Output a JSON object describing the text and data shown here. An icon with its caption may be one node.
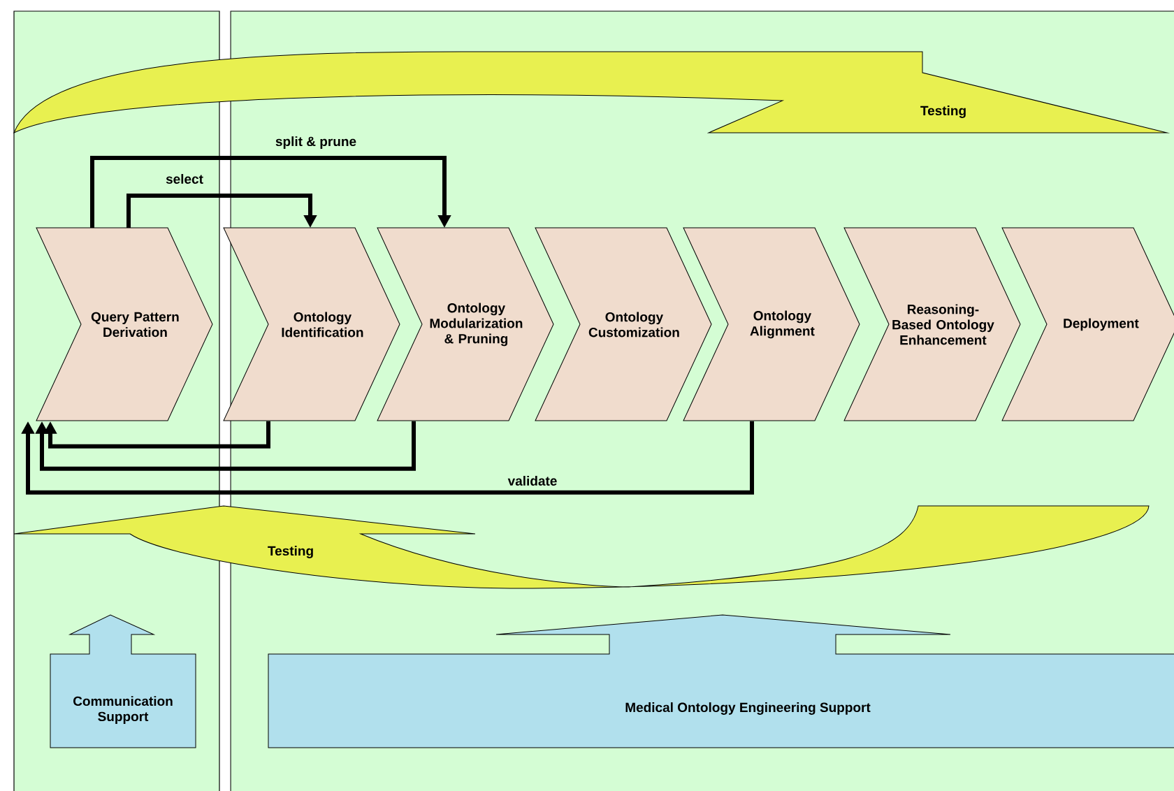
{
  "diagram": {
    "nodes": [
      {
        "text": [
          "Testing"
        ]
      },
      {
        "text": [
          "Query Pattern Derivation"
        ]
      },
      {
        "text": [
          "Ontology Identification"
        ]
      },
      {
        "text": [
          "Ontology Modularization & Pruning"
        ]
      },
      {
        "text": [
          "Ontology Customization"
        ]
      },
      {
        "text": [
          "Ontology Alignment"
        ]
      },
      {
        "text": [
          "Reasoning-Based Ontology Enhancement"
        ]
      },
      {
        "text": [
          "Deployment"
        ]
      },
      {
        "text": [
          "Testing"
        ]
      },
      {
        "text": [
          "Communication Support"
        ]
      },
      {
        "text": [
          "Medical Ontology Engineering Support"
        ]
      }
    ],
    "edges": [
      {
        "from": 1,
        "to": 2,
        "arrow": "to",
        "label": "select"
      },
      {
        "from": 1,
        "to": 3,
        "arrow": "to",
        "label": "split & prune"
      },
      {
        "from": 2,
        "to": 1,
        "arrow": "to"
      },
      {
        "from": 3,
        "to": 1,
        "arrow": "to"
      },
      {
        "from": 5,
        "to": 1,
        "arrow": "to",
        "label": "validate"
      }
    ]
  }
}
